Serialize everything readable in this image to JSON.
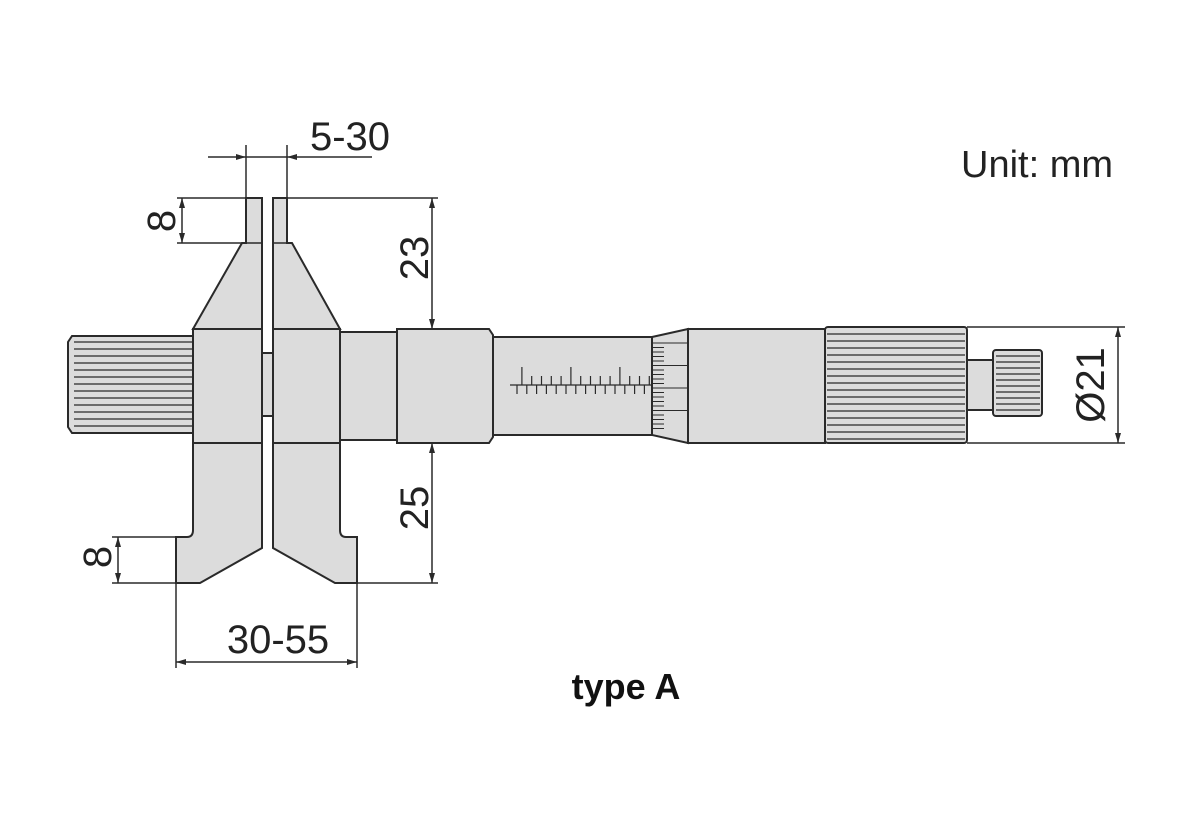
{
  "unit_label": "Unit: mm",
  "caption": "type A",
  "dimensions": {
    "tip_gap": "5-30",
    "upper_tip_length": "8",
    "upper_jaw_height": "23",
    "lower_jaw_height": "25",
    "lower_tip_length": "8",
    "outer_range": "30-55",
    "diameter": "Ø21"
  },
  "colors": {
    "fill": "#dcdcdc",
    "line": "#2a2a2a"
  }
}
